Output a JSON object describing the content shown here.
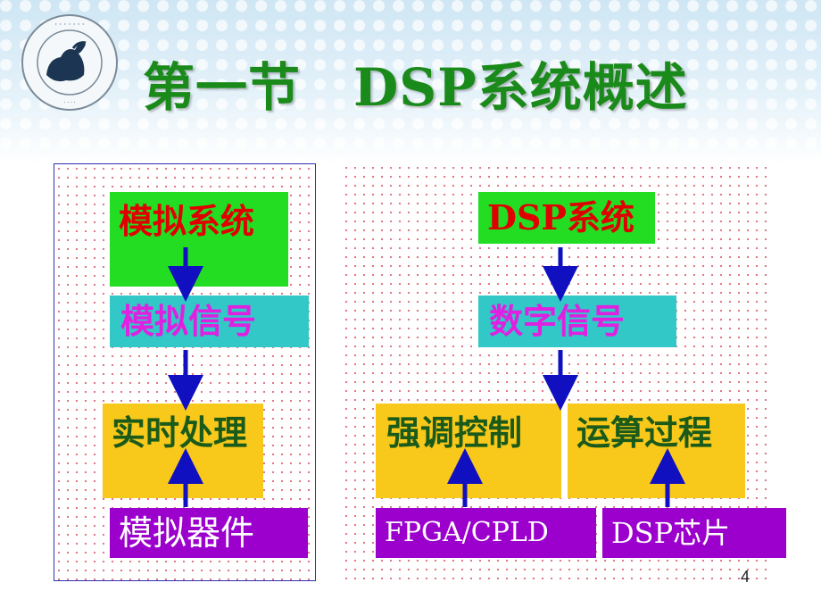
{
  "slide": {
    "title": "第一节　DSP系统概述",
    "page_number": "4"
  },
  "left": {
    "system": "模拟系统",
    "signal": "模拟信号",
    "processing": "实时处理",
    "device": "模拟器件"
  },
  "right": {
    "system": "DSP系统",
    "signal": "数字信号",
    "control": "强调控制",
    "computation": "运算过程",
    "device_fpga": "FPGA/CPLD",
    "device_dsp": "DSP芯片"
  },
  "colors": {
    "title": "#1a8a1a",
    "green_box": "#22dd22",
    "cyan_box": "#33c8c8",
    "yellow_box": "#f8c81a",
    "purple_box": "#9b00cc",
    "arrow": "#1010c0"
  }
}
